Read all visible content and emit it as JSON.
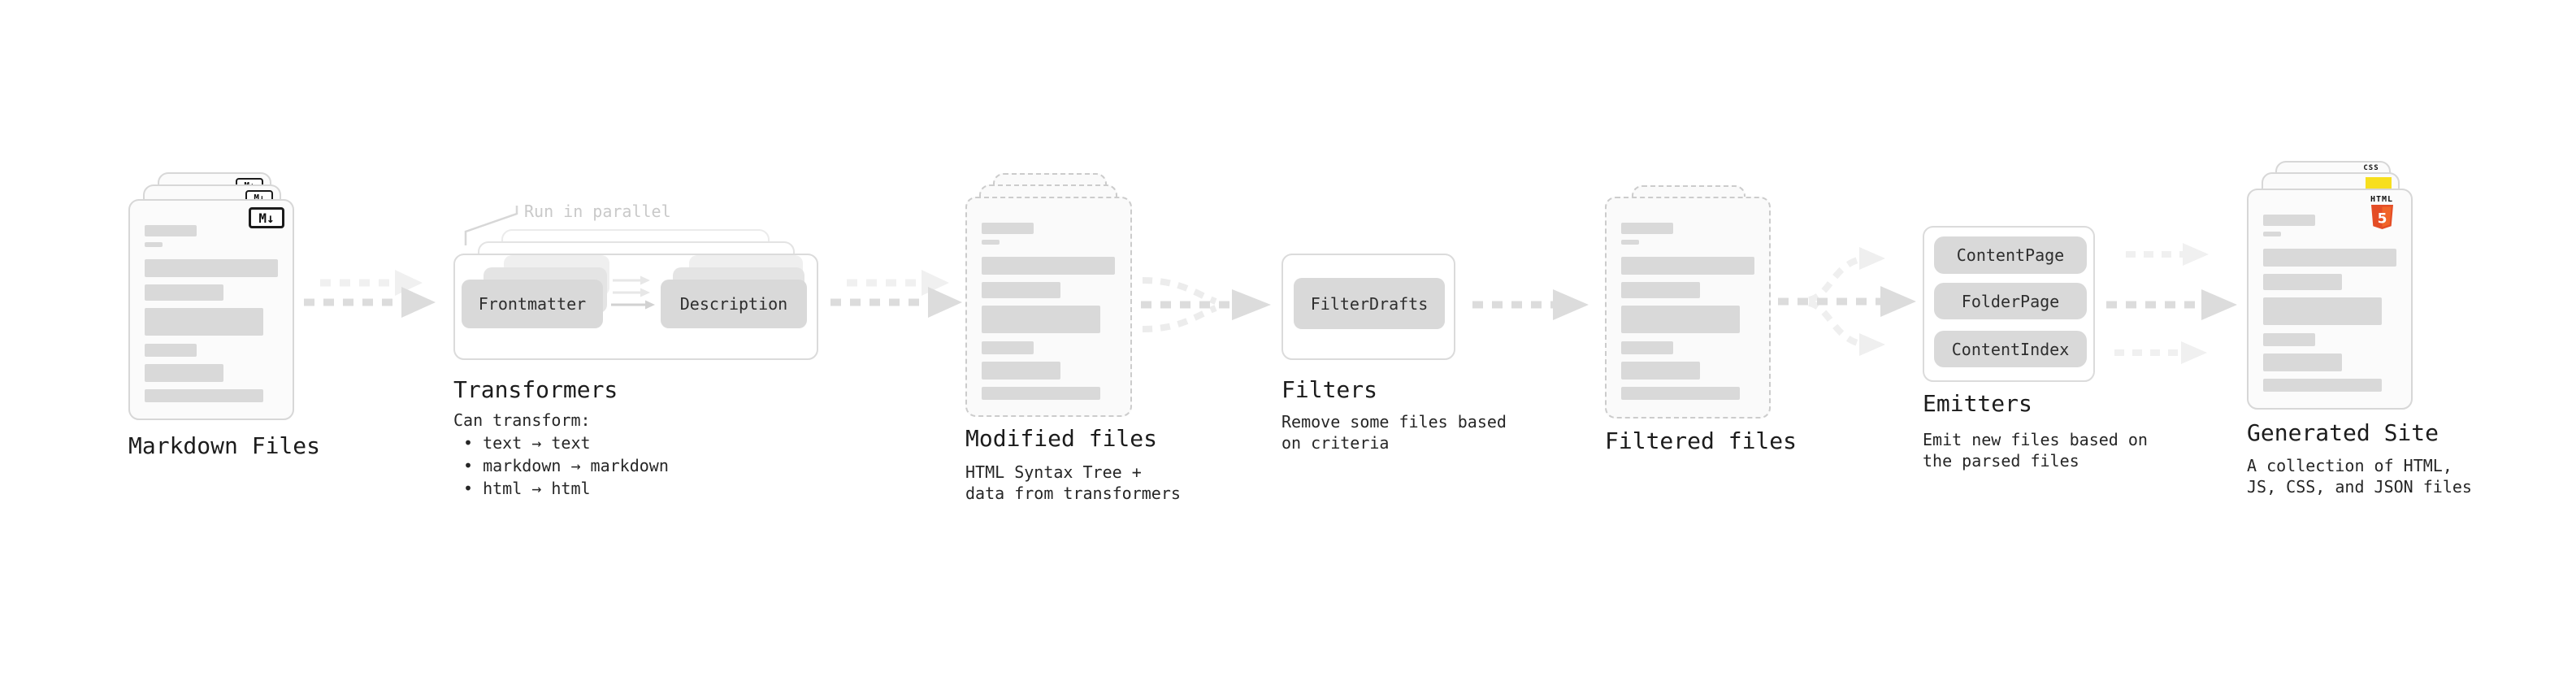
{
  "stages": {
    "markdown": {
      "label": "Markdown Files",
      "badge": "M↓"
    },
    "transformers": {
      "label": "Transformers",
      "annotation": "Run in parallel",
      "frontmatter_button": "Frontmatter",
      "description_button": "Description",
      "caption_title": "Can transform:",
      "bullets": [
        "• text → text",
        "• markdown → markdown",
        "• html → html"
      ]
    },
    "modified": {
      "label": "Modified files",
      "caption": [
        "HTML Syntax Tree +",
        "data from transformers"
      ]
    },
    "filters": {
      "label": "Filters",
      "filterdrafts_button": "FilterDrafts",
      "caption": [
        "Remove some files based",
        "on criteria"
      ]
    },
    "filtered": {
      "label": "Filtered files"
    },
    "emitters": {
      "label": "Emitters",
      "buttons": [
        "ContentPage",
        "FolderPage",
        "ContentIndex"
      ],
      "caption": [
        "Emit new files based on",
        "the parsed files"
      ]
    },
    "generated": {
      "label": "Generated Site",
      "css_badge": "CSS",
      "html_badge": "HTML",
      "html_badge_number": "5",
      "caption": [
        "A collection of HTML,",
        "JS, CSS, and JSON files"
      ]
    }
  },
  "colors": {
    "html5_orange": "#e44d26",
    "html5_orange_light": "#f16529",
    "js_yellow": "#f7df1e",
    "css_blue": "#2862e9",
    "arrow_gray": "#dcdcdc",
    "arrow_gray_light": "#f0f0f0",
    "skeleton_gray": "#d9d9d9"
  }
}
